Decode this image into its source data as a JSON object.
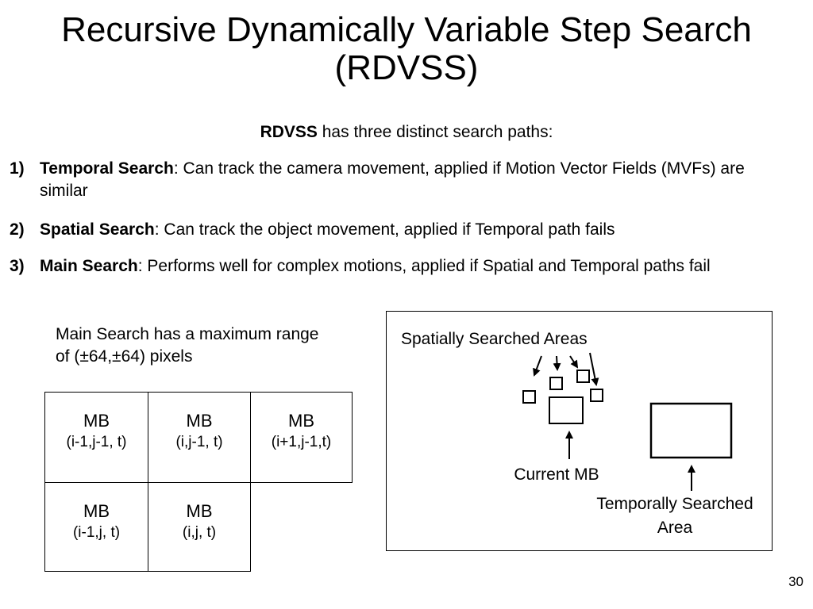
{
  "slide": {
    "title_line1": "Recursive Dynamically Variable Step Search",
    "title_line2": "(RDVSS)",
    "intro_bold": "RDVSS",
    "intro_rest": " has three distinct search paths:",
    "items": [
      {
        "num": "1)",
        "bold": "Temporal Search",
        "rest": ": Can track the camera movement, applied if Motion Vector Fields (MVFs) are similar"
      },
      {
        "num": "2)",
        "bold": "Spatial Search",
        "rest": ": Can track the object movement, applied if Temporal path fails"
      },
      {
        "num": "3)",
        "bold": "Main Search",
        "rest": ": Performs well for complex motions, applied if Spatial and Temporal paths fail"
      }
    ],
    "range_note_line1": "Main Search has a maximum range",
    "range_note_line2": "of (±64,±64) pixels",
    "grid": [
      {
        "mb": "MB",
        "coord": "(i-1,j-1, t)"
      },
      {
        "mb": "MB",
        "coord": "(i,j-1, t)"
      },
      {
        "mb": "MB",
        "coord": "(i+1,j-1,t)"
      },
      {
        "mb": "MB",
        "coord": "(i-1,j, t)"
      },
      {
        "mb": "MB",
        "coord": "(i,j, t)"
      }
    ],
    "diagram": {
      "spatial_label": "Spatially Searched Areas",
      "current_label": "Current MB",
      "temporal_label_line1": "Temporally Searched",
      "temporal_label_line2": "Area"
    },
    "page_number": "30"
  }
}
